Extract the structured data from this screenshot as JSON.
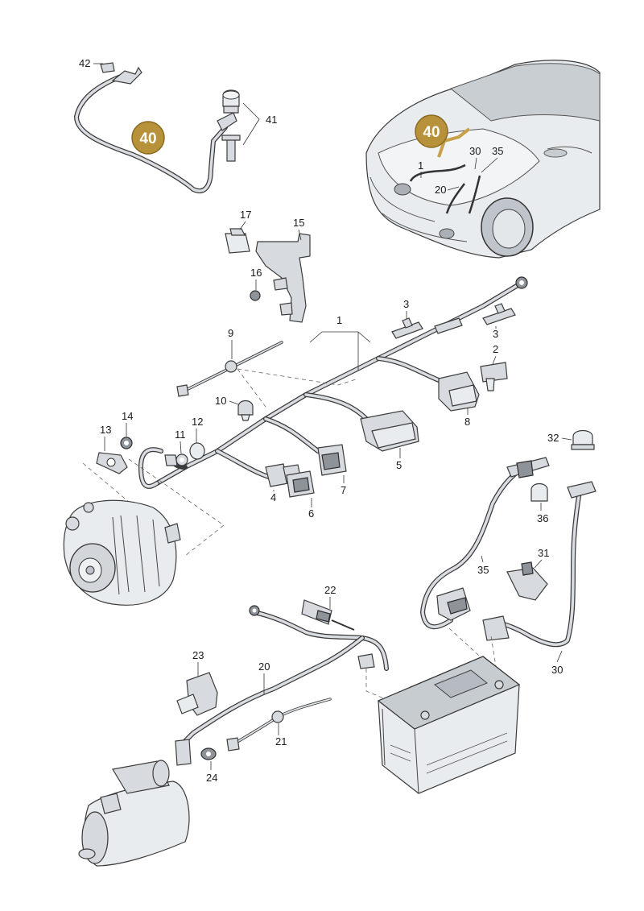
{
  "callouts": [
    {
      "id": "callout-40-main",
      "label": "40"
    },
    {
      "id": "callout-40-car",
      "label": "40"
    }
  ],
  "labels": {
    "p1": "1",
    "p2": "2",
    "p3a": "3",
    "p3b": "3",
    "p4": "4",
    "p5": "5",
    "p6": "6",
    "p7": "7",
    "p8": "8",
    "p9": "9",
    "p10": "10",
    "p11": "11",
    "p12": "12",
    "p13": "13",
    "p14": "14",
    "p15": "15",
    "p16": "16",
    "p17": "17",
    "p20": "20",
    "p21": "21",
    "p22": "22",
    "p23": "23",
    "p24": "24",
    "p30": "30",
    "p31": "31",
    "p32": "32",
    "p35": "35",
    "p36": "36",
    "p41": "41",
    "p42": "42",
    "car1": "1",
    "car20": "20",
    "car30": "30",
    "car35": "35"
  },
  "colors": {
    "callout_fill": "#b8923a",
    "callout_stroke": "#8a6a22",
    "highlight": "#c9a04a",
    "line": "#333333"
  }
}
